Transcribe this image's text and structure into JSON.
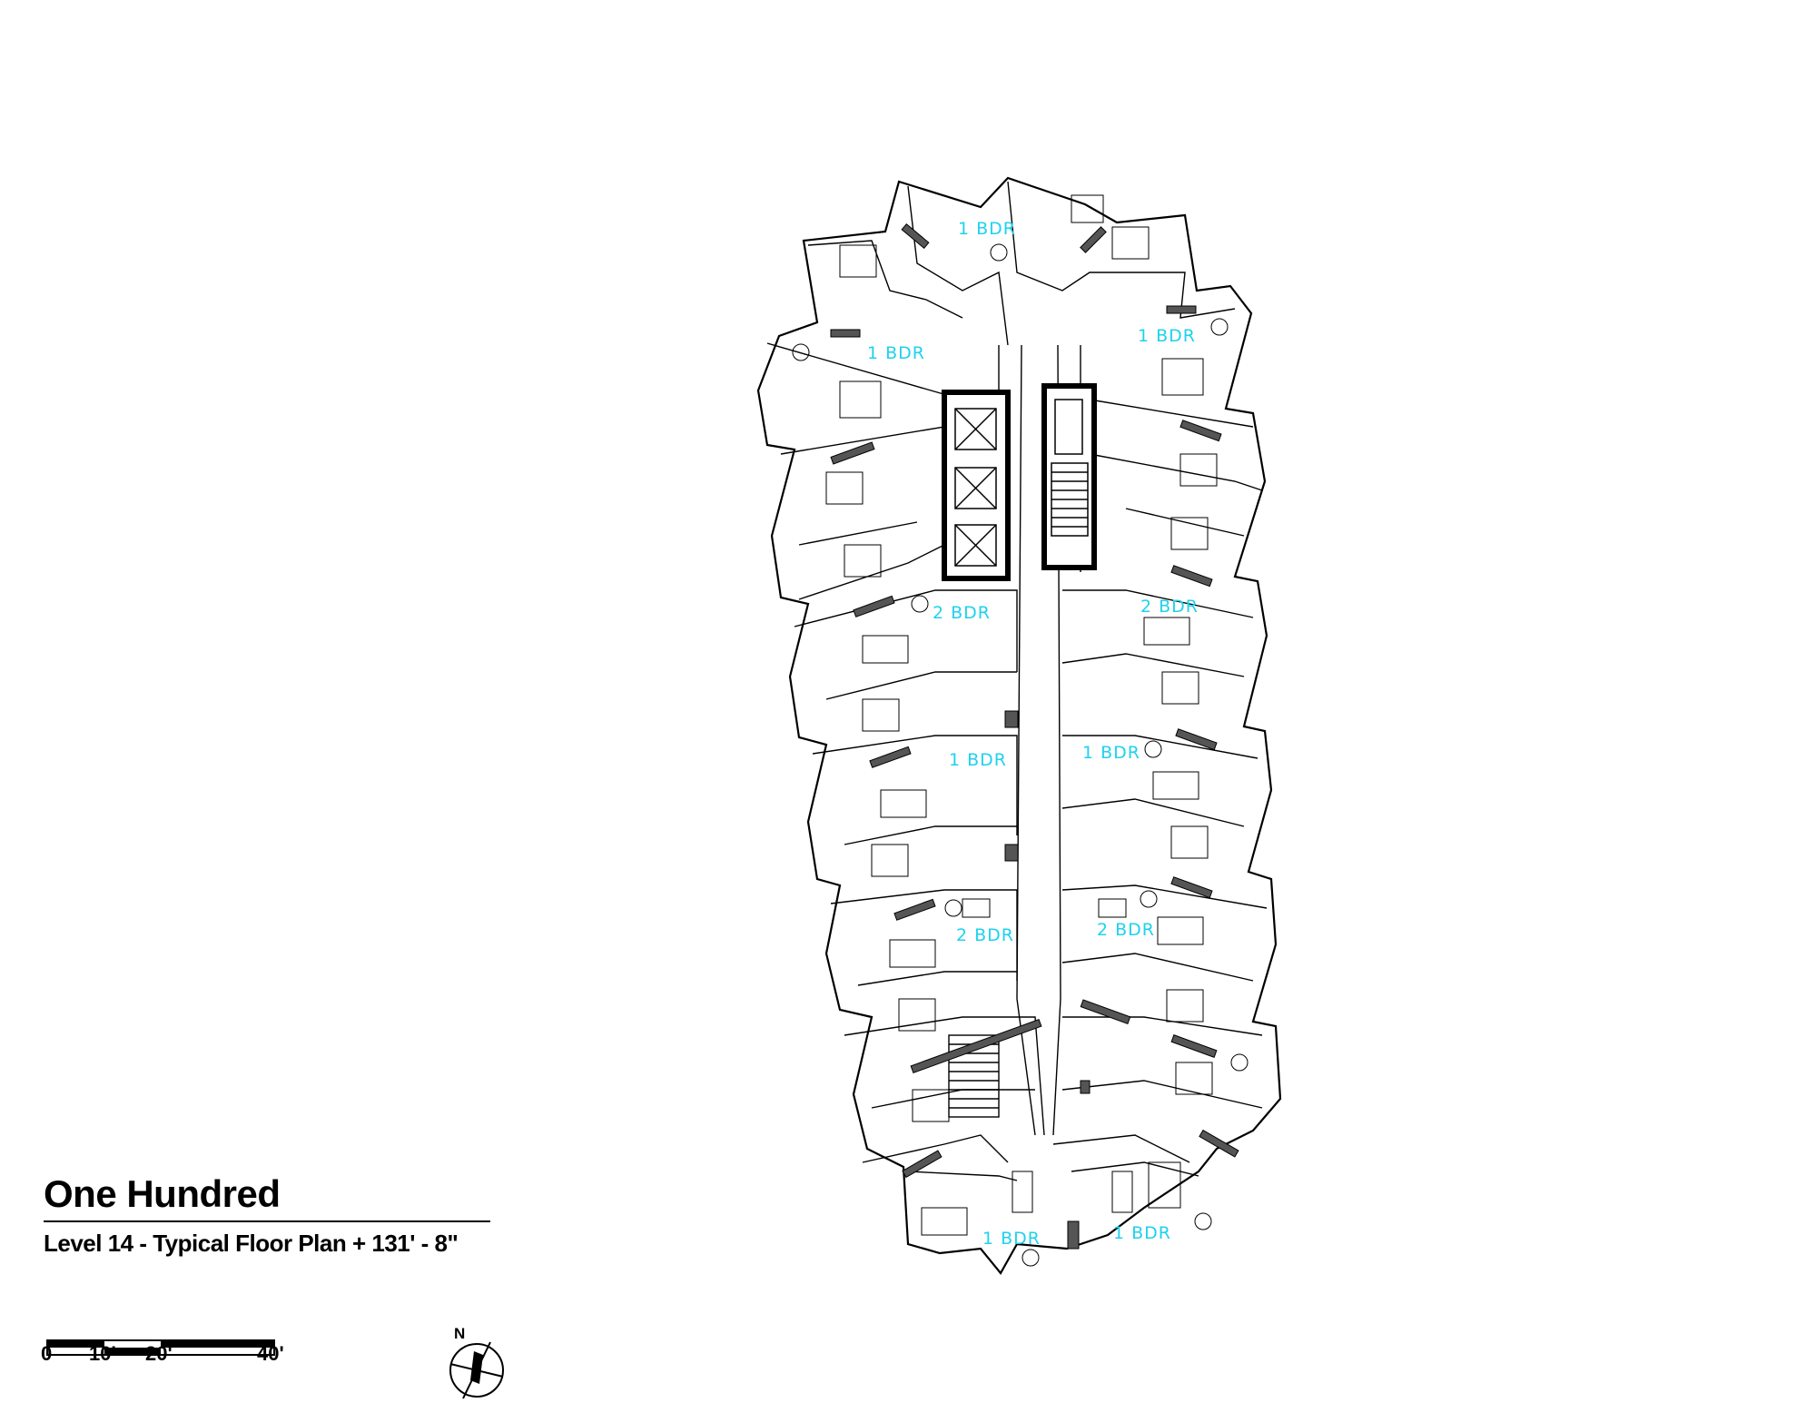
{
  "title": "One Hundred",
  "subtitle": "Level 14 - Typical Floor Plan  + 131' - 8\"",
  "units": [
    {
      "label": "1 BDR"
    },
    {
      "label": "1 BDR"
    },
    {
      "label": "1 BDR"
    },
    {
      "label": "2 BDR"
    },
    {
      "label": "2 BDR"
    },
    {
      "label": "1 BDR"
    },
    {
      "label": "1 BDR"
    },
    {
      "label": "2 BDR"
    },
    {
      "label": "2 BDR"
    },
    {
      "label": "1 BDR"
    },
    {
      "label": "1 BDR"
    }
  ],
  "scale_bar": {
    "labels": [
      "0",
      "10'",
      "20'",
      "40'"
    ]
  },
  "north_arrow": {
    "label": "N",
    "icon": "north-arrow-icon"
  },
  "colors": {
    "unit_label": "#1fd2ee",
    "wall": "#000000",
    "fill": "#ffffff",
    "core": "#555555"
  }
}
